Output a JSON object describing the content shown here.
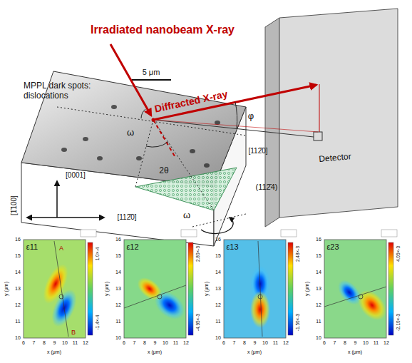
{
  "diagram": {
    "labels": [
      "Irradiated nanobeam X-ray",
      "MPPL dark spots: dislocations",
      "5 μm",
      "Diffracted X-ray",
      "ω",
      "2θ",
      "φ",
      "[112̄0]",
      "Detector",
      "(112̄4)",
      "[0001]",
      "[1̄100]",
      "[112̄0]",
      "ω",
      "ε11",
      "A",
      "B",
      "1.0×-4",
      "-1.4×-4",
      "y (μm)",
      "x (μm)",
      "16",
      "15",
      "14",
      "13",
      "12",
      "11",
      "10",
      "6",
      "7",
      "8",
      "9",
      "10",
      "11",
      "12",
      "ε12",
      "2.80×-3",
      "-4.95×-3",
      "y (μm)",
      "x (μm)",
      "16",
      "15",
      "14",
      "13",
      "12",
      "11",
      "10",
      "6",
      "7",
      "8",
      "9",
      "10",
      "11",
      "12",
      "ε13",
      "2.48×-3",
      "-1.50×-3",
      "y (μm)",
      "x (μm)",
      "16",
      "15",
      "14",
      "13",
      "12",
      "11",
      "10",
      "6",
      "7",
      "8",
      "9",
      "10",
      "11",
      "12",
      "ε23",
      "4.05×-3",
      "-2.10×-3",
      "y (μm)",
      "x (μm)",
      "16",
      "15",
      "14",
      "13",
      "12",
      "11",
      "10",
      "6",
      "7",
      "8",
      "9",
      "10",
      "11",
      "12"
    ]
  }
}
